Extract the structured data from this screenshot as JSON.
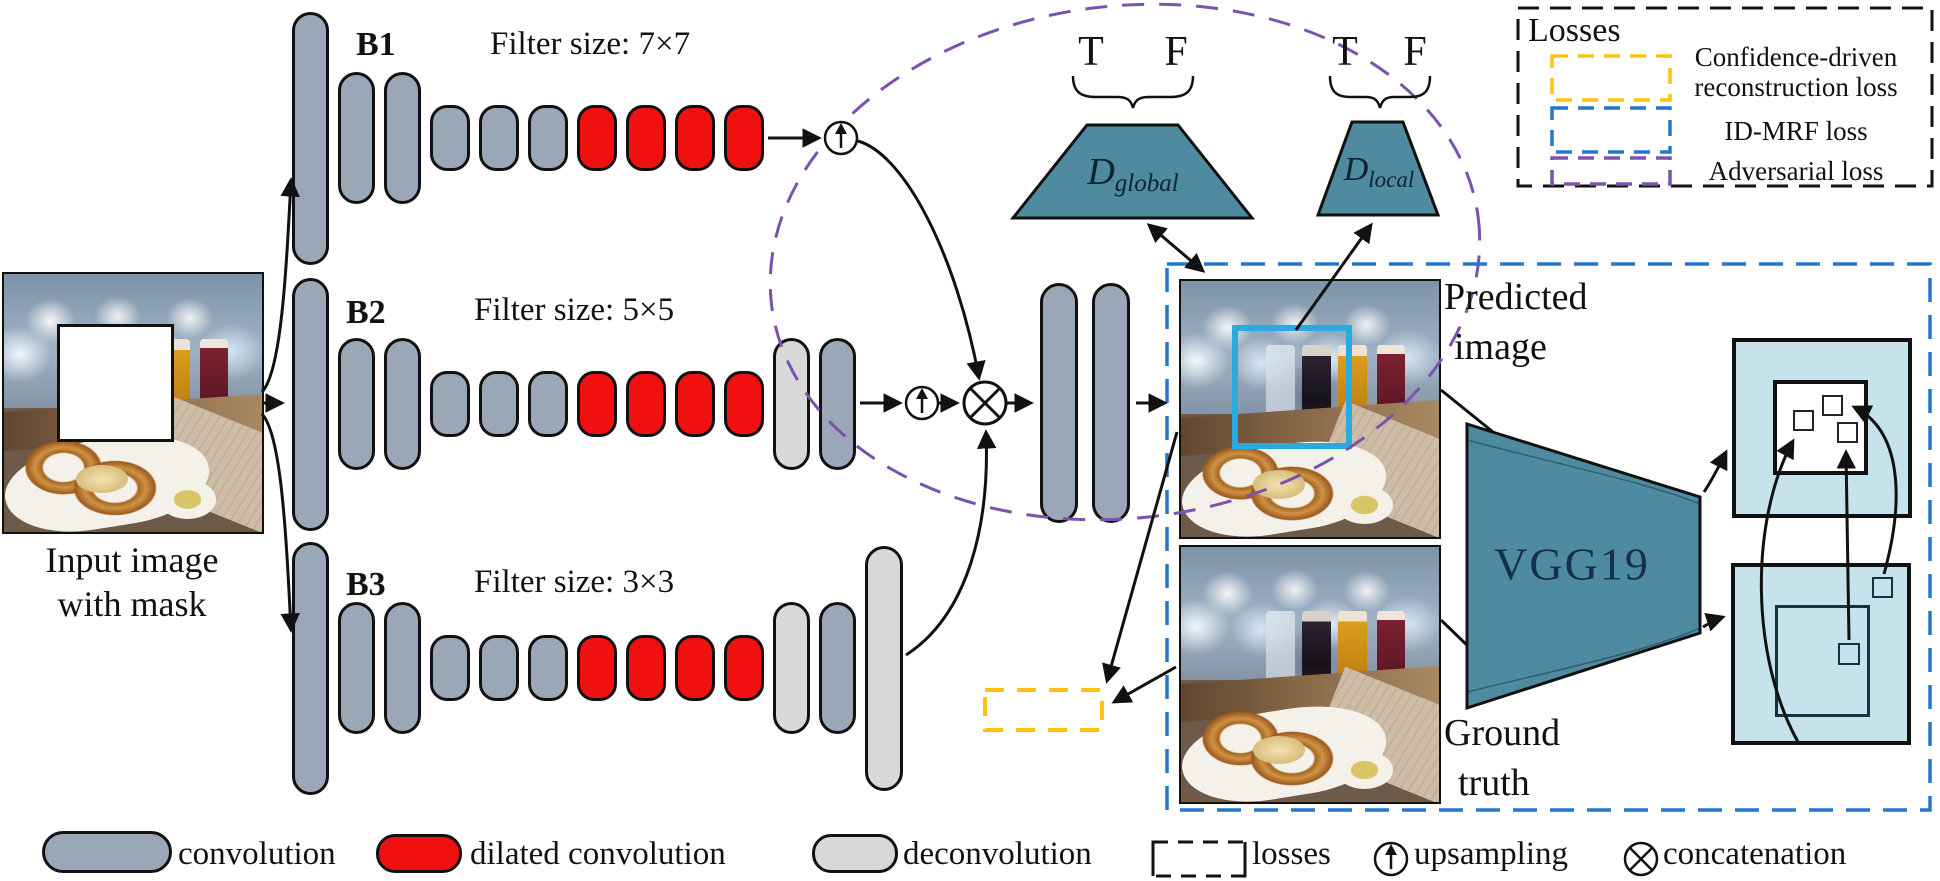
{
  "branches": [
    {
      "name": "B1",
      "filter_label": "Filter size: 7×7",
      "layers": [
        "conv-tall",
        "conv-med",
        "conv-med",
        "conv-small",
        "conv-small",
        "conv-small",
        "dilated",
        "dilated",
        "dilated",
        "dilated"
      ]
    },
    {
      "name": "B2",
      "filter_label": "Filter size: 5×5",
      "layers": [
        "conv-tall",
        "conv-med",
        "conv-med",
        "conv-small",
        "conv-small",
        "conv-small",
        "dilated",
        "dilated",
        "dilated",
        "dilated",
        "deconv-med",
        "conv-med"
      ]
    },
    {
      "name": "B3",
      "filter_label": "Filter size: 3×3",
      "layers": [
        "conv-tall",
        "conv-med",
        "conv-med",
        "conv-small",
        "conv-small",
        "conv-small",
        "dilated",
        "dilated",
        "dilated",
        "dilated",
        "deconv-med",
        "conv-med",
        "deconv-tall"
      ]
    }
  ],
  "post_layers": [
    "conv-post",
    "conv-post"
  ],
  "input_caption": {
    "line1": "Input image",
    "line2": "with mask"
  },
  "outputs": {
    "predicted1": "Predicted",
    "predicted2": "image",
    "ground1": "Ground",
    "ground2": "truth"
  },
  "discriminators": {
    "t_global": "T",
    "f_global": "F",
    "t_local": "T",
    "f_local": "F",
    "global_d": "D",
    "global_sub": "global",
    "local_d": "D",
    "local_sub": "local"
  },
  "vgg_label": "VGG19",
  "losses_box": {
    "title": "Losses",
    "items": [
      {
        "line1": "Confidence-driven",
        "line2": "reconstruction loss",
        "color": "#FFC20E"
      },
      {
        "line1": "ID-MRF loss",
        "line2": "",
        "color": "#1C75BC"
      },
      {
        "line1": "Adversarial loss",
        "line2": "",
        "color": "#7B52AD"
      }
    ]
  },
  "bottom_legend": [
    {
      "icon": "conv-capsule",
      "label": "convolution"
    },
    {
      "icon": "dilated-capsule",
      "label": "dilated convolution"
    },
    {
      "icon": "deconv-capsule",
      "label": "deconvolution"
    },
    {
      "icon": "dashed-box",
      "label": "losses"
    },
    {
      "icon": "upsample-circle",
      "label": "upsampling"
    },
    {
      "icon": "concat-circle",
      "label": "concatenation"
    }
  ],
  "colors": {
    "conv": "#9AA7B6",
    "dilated": "#F01010",
    "deconv": "#D8D8D8",
    "teal": "#4E8BA0",
    "feature_box": "#C6E2EA",
    "cyan_box": "#29ABE2",
    "blue_dashed": "#2577CC",
    "purple_dashed": "#7B52AD",
    "yellow_dashed": "#FFC20E",
    "wire": "#111111"
  }
}
